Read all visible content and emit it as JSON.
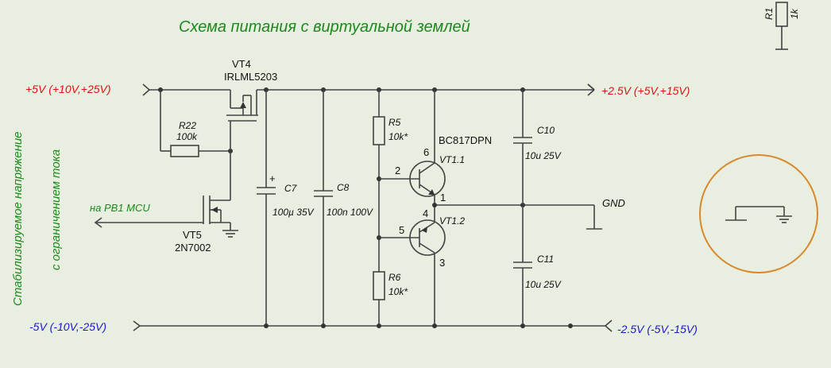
{
  "title": "Схема питания с виртуальной землей",
  "left_labels": {
    "pos_in": "+5V (+10V,+25V)",
    "neg_in": "-5V (-10V,-25V)",
    "mcu": "на PB1 MCU",
    "side_line1": "Стабилизируемое напряжение",
    "side_line2": "с ограничением тока"
  },
  "right_labels": {
    "pos_out": "+2.5V (+5V,+15V)",
    "neg_out": "-2.5V (-5V,-15V)",
    "gnd": "GND"
  },
  "components": {
    "vt4_name": "VT4",
    "vt4_part": "IRLML5203",
    "r22_name": "R22",
    "r22_value": "100k",
    "vt5_name": "VT5",
    "vt5_part": "2N7002",
    "c7_name": "C7",
    "c7_value": "100µ 35V",
    "c7_plus": "+",
    "c8_name": "C8",
    "c8_value": "100n 100V",
    "r5_name": "R5",
    "r5_value": "10k*",
    "r6_name": "R6",
    "r6_value": "10k*",
    "bc_part": "BC817DPN",
    "vt11_name": "VT1.1",
    "vt12_name": "VT1.2",
    "pin1": "1",
    "pin2": "2",
    "pin3": "3",
    "pin4": "4",
    "pin5": "5",
    "pin6": "6",
    "c10_name": "C10",
    "c10_value": "10u 25V",
    "c11_name": "C11",
    "c11_value": "10u 25V",
    "r1_name": "R1",
    "r1_value": "1k"
  },
  "colors": {
    "background": "#e8eee0",
    "title_green": "#1a8a1a",
    "pos_red": "#dd1111",
    "neg_blue": "#1a1ac8",
    "highlight_circle": "#d9882a"
  }
}
